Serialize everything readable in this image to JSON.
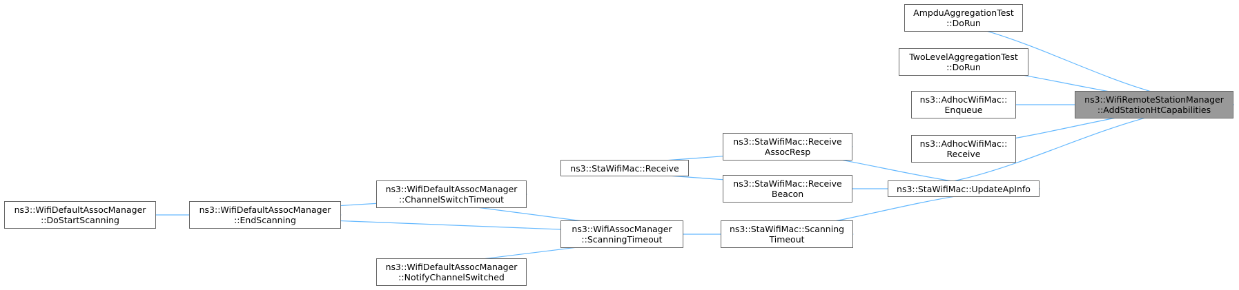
{
  "graph": {
    "nodes": [
      {
        "id": "root",
        "lines": [
          "ns3::WifiRemoteStationManager",
          "::AddStationHtCapabilities"
        ],
        "root": true
      },
      {
        "id": "ampdu",
        "lines": [
          "AmpduAggregationTest",
          "::DoRun"
        ]
      },
      {
        "id": "twolevel",
        "lines": [
          "TwoLevelAggregationTest",
          "::DoRun"
        ]
      },
      {
        "id": "adhoc_enqueue",
        "lines": [
          "ns3::AdhocWifiMac::",
          "Enqueue"
        ]
      },
      {
        "id": "adhoc_receive",
        "lines": [
          "ns3::AdhocWifiMac::",
          "Receive"
        ]
      },
      {
        "id": "update_ap",
        "lines": [
          "ns3::StaWifiMac::UpdateApInfo"
        ]
      },
      {
        "id": "recv_assoc",
        "lines": [
          "ns3::StaWifiMac::Receive",
          "AssocResp"
        ]
      },
      {
        "id": "recv_beacon",
        "lines": [
          "ns3::StaWifiMac::Receive",
          "Beacon"
        ]
      },
      {
        "id": "scan_timeout",
        "lines": [
          "ns3::StaWifiMac::Scanning",
          "Timeout"
        ]
      },
      {
        "id": "sta_receive",
        "lines": [
          "ns3::StaWifiMac::Receive"
        ]
      },
      {
        "id": "wam_scan",
        "lines": [
          "ns3::WifiAssocManager",
          "::ScanningTimeout"
        ]
      },
      {
        "id": "chan_switch",
        "lines": [
          "ns3::WifiDefaultAssocManager",
          "::ChannelSwitchTimeout"
        ]
      },
      {
        "id": "notify_chan",
        "lines": [
          "ns3::WifiDefaultAssocManager",
          "::NotifyChannelSwitched"
        ]
      },
      {
        "id": "end_scan",
        "lines": [
          "ns3::WifiDefaultAssocManager",
          "::EndScanning"
        ]
      },
      {
        "id": "start_scan",
        "lines": [
          "ns3::WifiDefaultAssocManager",
          "::DoStartScanning"
        ]
      }
    ],
    "edges": [
      {
        "from": "ampdu",
        "to": "root"
      },
      {
        "from": "twolevel",
        "to": "root"
      },
      {
        "from": "adhoc_enqueue",
        "to": "root"
      },
      {
        "from": "adhoc_receive",
        "to": "root"
      },
      {
        "from": "update_ap",
        "to": "root"
      },
      {
        "from": "recv_assoc",
        "to": "update_ap"
      },
      {
        "from": "recv_beacon",
        "to": "update_ap"
      },
      {
        "from": "scan_timeout",
        "to": "update_ap"
      },
      {
        "from": "sta_receive",
        "to": "recv_assoc"
      },
      {
        "from": "sta_receive",
        "to": "recv_beacon"
      },
      {
        "from": "wam_scan",
        "to": "scan_timeout"
      },
      {
        "from": "chan_switch",
        "to": "wam_scan"
      },
      {
        "from": "end_scan",
        "to": "wam_scan"
      },
      {
        "from": "notify_chan",
        "to": "wam_scan"
      },
      {
        "from": "end_scan",
        "to": "chan_switch"
      },
      {
        "from": "start_scan",
        "to": "end_scan"
      }
    ],
    "colors": {
      "edge": "#63b8ff",
      "node_border": "#666666",
      "root_fill": "#999999"
    }
  }
}
